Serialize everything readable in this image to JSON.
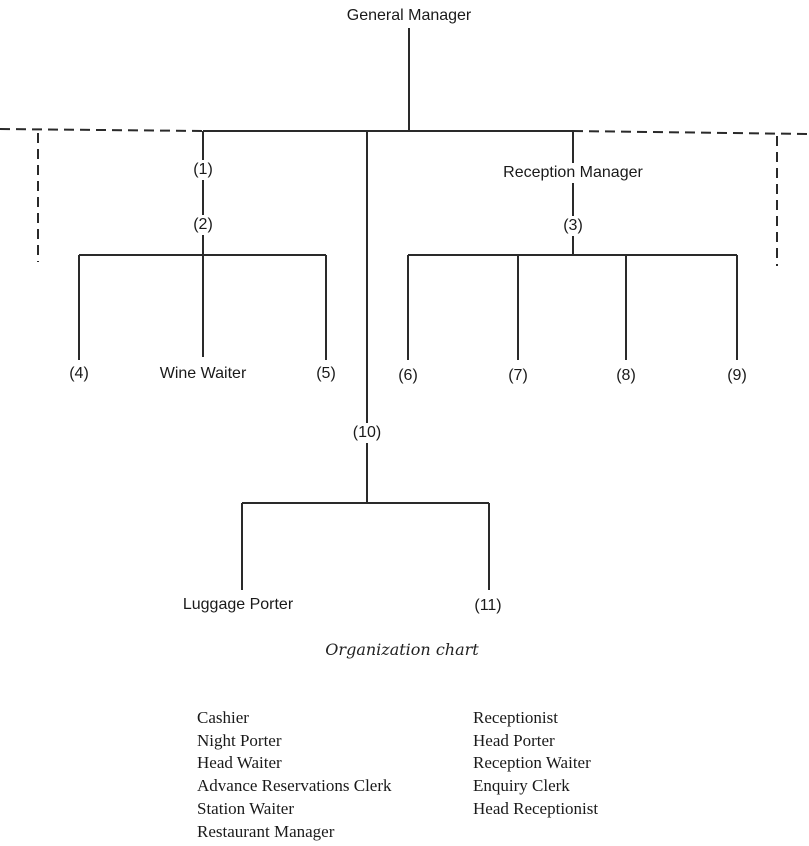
{
  "chart": {
    "title": "Organization chart",
    "nodes": {
      "general_manager": "General Manager",
      "n1": "(1)",
      "n2": "(2)",
      "reception_manager": "Reception Manager",
      "n3": "(3)",
      "n4": "(4)",
      "wine_waiter": "Wine Waiter",
      "n5": "(5)",
      "n6": "(6)",
      "n7": "(7)",
      "n8": "(8)",
      "n9": "(9)",
      "n10": "(10)",
      "luggage_porter": "Luggage Porter",
      "n11": "(11)"
    },
    "edges": [
      [
        "general_manager",
        "n1"
      ],
      [
        "general_manager",
        "reception_manager"
      ],
      [
        "general_manager",
        "n10"
      ],
      [
        "n1",
        "n2"
      ],
      [
        "n2",
        "n4"
      ],
      [
        "n2",
        "wine_waiter"
      ],
      [
        "n2",
        "n5"
      ],
      [
        "reception_manager",
        "n3"
      ],
      [
        "n3",
        "n6"
      ],
      [
        "n3",
        "n7"
      ],
      [
        "n3",
        "n8"
      ],
      [
        "n3",
        "n9"
      ],
      [
        "n10",
        "luggage_porter"
      ],
      [
        "n10",
        "n11"
      ]
    ]
  },
  "roles": {
    "left": [
      "Cashier",
      "Night Porter",
      "Head Waiter",
      "Advance Reservations Clerk",
      "Station Waiter",
      "Restaurant Manager"
    ],
    "right": [
      "Receptionist",
      "Head Porter",
      "Reception Waiter",
      "Enquiry Clerk",
      "Head Receptionist"
    ]
  }
}
